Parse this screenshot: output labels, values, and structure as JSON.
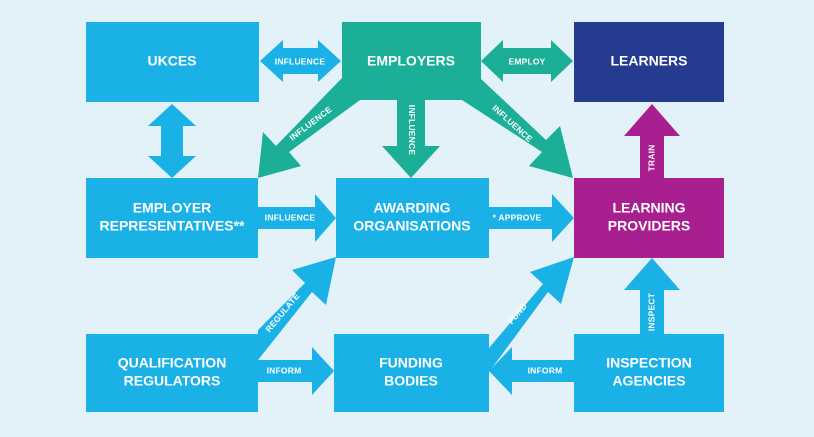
{
  "colors": {
    "background": "#e2f2f8",
    "cyan": "#1ab2e6",
    "teal": "#1aaf96",
    "navy": "#253b8f",
    "magenta": "#a8208f"
  },
  "nodes": {
    "ukces": {
      "lines": [
        "UKCES"
      ]
    },
    "employers": {
      "lines": [
        "EMPLOYERS"
      ]
    },
    "learners": {
      "lines": [
        "LEARNERS"
      ]
    },
    "employer_reps": {
      "lines": [
        "EMPLOYER",
        "REPRESENTATIVES**"
      ]
    },
    "awarding": {
      "lines": [
        "AWARDING",
        "ORGANISATIONS"
      ]
    },
    "learning_providers": {
      "lines": [
        "LEARNING",
        "PROVIDERS"
      ]
    },
    "qualification_regulators": {
      "lines": [
        "QUALIFICATION",
        "REGULATORS"
      ]
    },
    "funding_bodies": {
      "lines": [
        "FUNDING",
        "BODIES"
      ]
    },
    "inspection_agencies": {
      "lines": [
        "INSPECTION",
        "AGENCIES"
      ]
    }
  },
  "edges": {
    "ukces_employers": "INFLUENCE",
    "employers_learners": "EMPLOY",
    "employers_reps": "INFLUENCE",
    "employers_awarding": "INFLUENCE",
    "employers_providers": "INFLUENCE",
    "reps_awarding": "INFLUENCE",
    "awarding_providers": "* APPROVE",
    "providers_learners": "TRAIN",
    "regulators_awarding": "REGULATE",
    "regulators_funding": "INFORM",
    "funding_providers": "FUND",
    "inspection_funding": "INFORM",
    "inspection_providers": "INSPECT"
  }
}
